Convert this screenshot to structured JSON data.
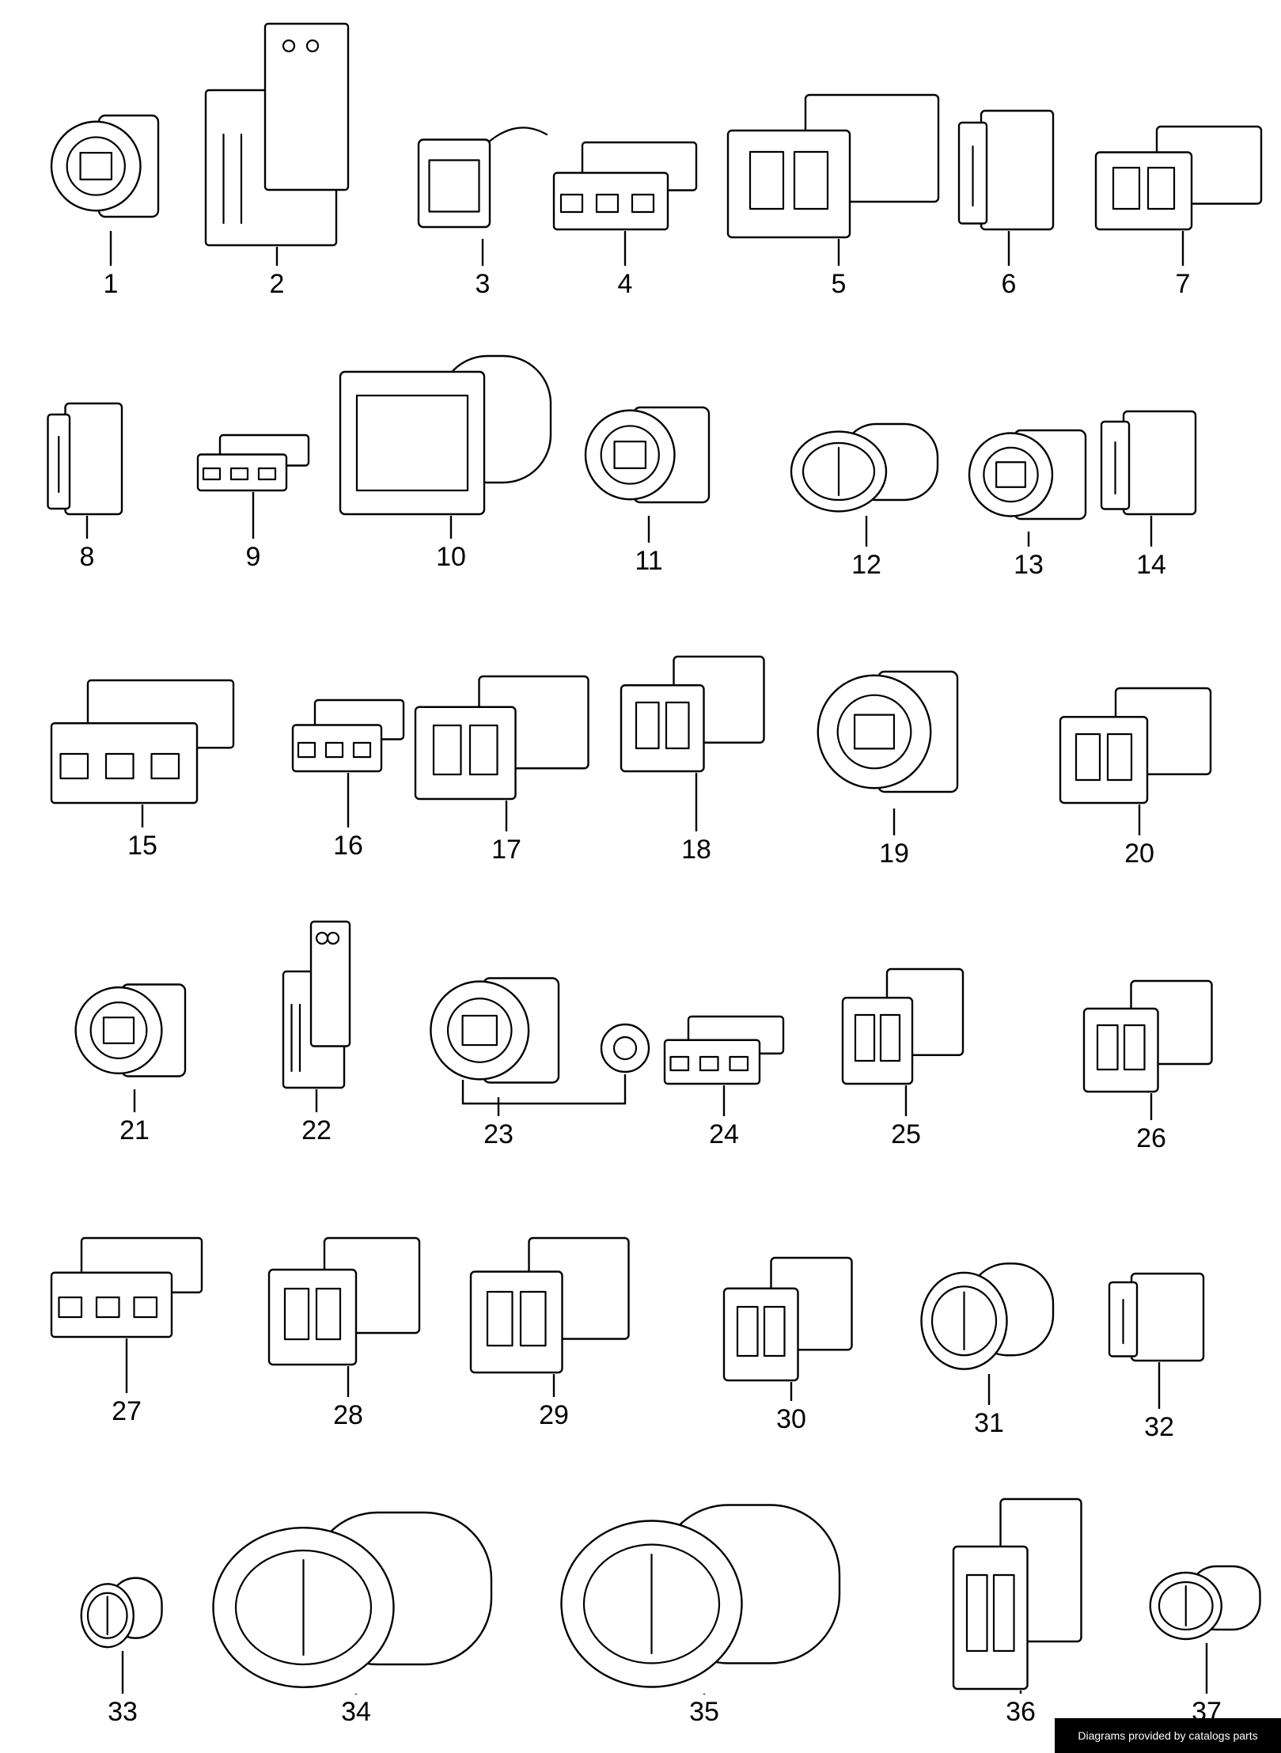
{
  "credit": "Diagrams provided by catalogs parts",
  "parts": [
    {
      "label": "1"
    },
    {
      "label": "2"
    },
    {
      "label": "3"
    },
    {
      "label": "4"
    },
    {
      "label": "5"
    },
    {
      "label": "6"
    },
    {
      "label": "7"
    },
    {
      "label": "8"
    },
    {
      "label": "9"
    },
    {
      "label": "10"
    },
    {
      "label": "11"
    },
    {
      "label": "12"
    },
    {
      "label": "13"
    },
    {
      "label": "14"
    },
    {
      "label": "15"
    },
    {
      "label": "16"
    },
    {
      "label": "17"
    },
    {
      "label": "18"
    },
    {
      "label": "19"
    },
    {
      "label": "20"
    },
    {
      "label": "21"
    },
    {
      "label": "22"
    },
    {
      "label": "23"
    },
    {
      "label": "24"
    },
    {
      "label": "25"
    },
    {
      "label": "26"
    },
    {
      "label": "27"
    },
    {
      "label": "28"
    },
    {
      "label": "29"
    },
    {
      "label": "30"
    },
    {
      "label": "31"
    },
    {
      "label": "32"
    },
    {
      "label": "33"
    },
    {
      "label": "34"
    },
    {
      "label": "35"
    },
    {
      "label": "36"
    },
    {
      "label": "37"
    }
  ]
}
